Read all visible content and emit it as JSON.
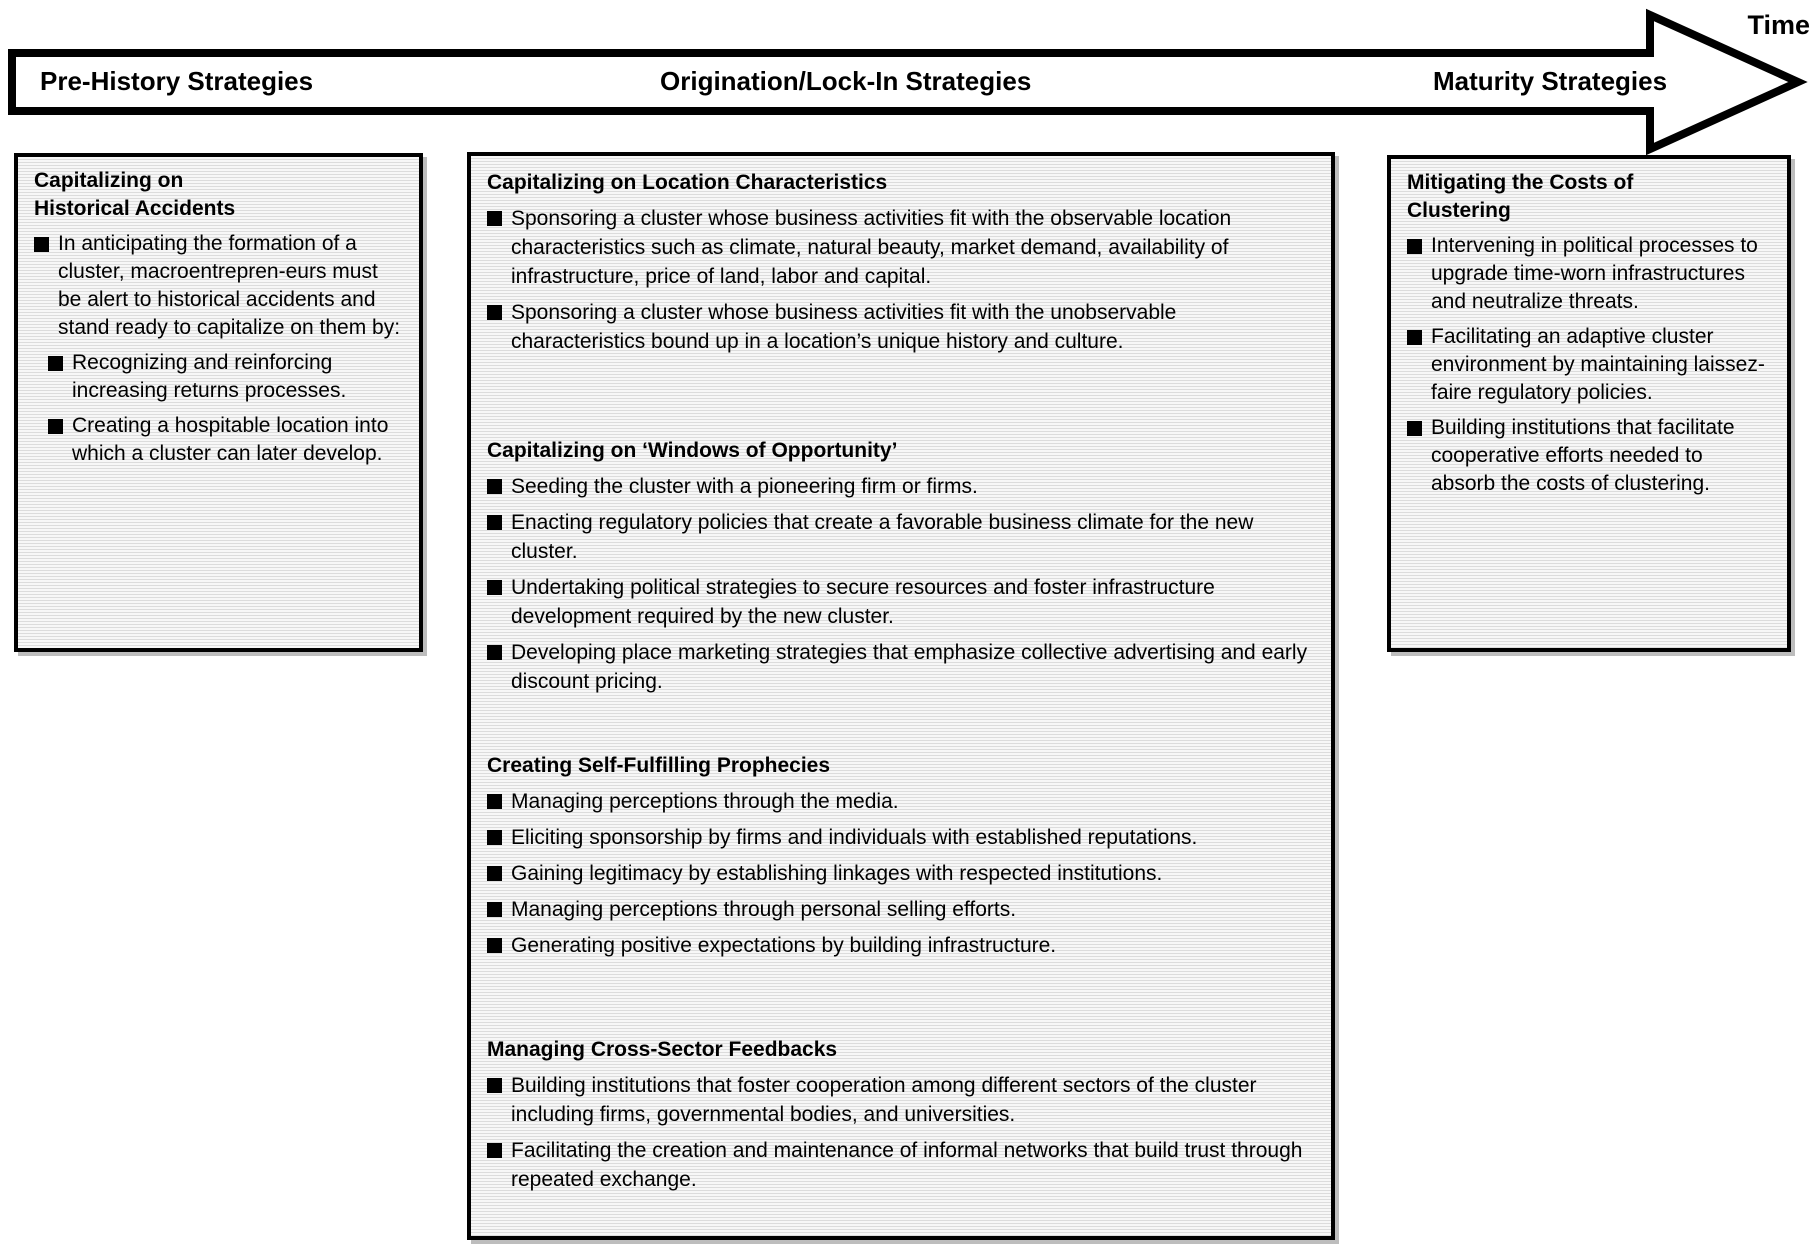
{
  "diagram": {
    "time_label": "Time",
    "stages": {
      "pre_history": "Pre-History Strategies",
      "origination": "Origination/Lock-In Strategies",
      "maturity": "Maturity Strategies"
    },
    "pre_history_box": {
      "title_line1": "Capitalizing on",
      "title_line2": "Historical Accidents",
      "bullets": [
        "In anticipating the formation of a cluster, macroentrepren-eurs must be alert to historical accidents and stand ready to capitalize on them by:",
        "Recognizing and reinforcing increasing returns processes.",
        "Creating a hospitable location into which a cluster can later develop."
      ]
    },
    "origination_box": {
      "sections": [
        {
          "title": "Capitalizing on Location Characteristics",
          "bullets": [
            "Sponsoring a cluster whose business activities fit with the observable location characteristics such as climate, natural beauty, market demand, availability of infrastructure, price of land, labor and capital.",
            "Sponsoring a cluster whose business activities fit with the unobservable characteristics bound up in a location’s unique history and culture."
          ]
        },
        {
          "title": "Capitalizing on ‘Windows of Opportunity’",
          "bullets": [
            "Seeding the cluster with a pioneering firm or firms.",
            "Enacting regulatory policies that create a favorable business climate for the new cluster.",
            "Undertaking political strategies to secure resources and foster infrastructure development required by the new cluster.",
            "Developing place marketing strategies that emphasize collective advertising and early discount pricing."
          ]
        },
        {
          "title": "Creating Self-Fulfilling Prophecies",
          "bullets": [
            "Managing perceptions through the media.",
            "Eliciting sponsorship by firms and individuals with established reputations.",
            "Gaining legitimacy by establishing linkages with respected institutions.",
            "Managing perceptions through personal selling efforts.",
            "Generating positive expectations by building infrastructure."
          ]
        },
        {
          "title": "Managing Cross-Sector Feedbacks",
          "bullets": [
            "Building institutions that foster cooperation among different sectors of the cluster including firms, governmental bodies, and universities.",
            "Facilitating the creation and maintenance of informal networks that build trust through repeated exchange."
          ]
        }
      ]
    },
    "maturity_box": {
      "title_line1": "Mitigating the Costs of",
      "title_line2": "Clustering",
      "bullets": [
        "Intervening in political processes to upgrade time-worn infrastructures and neutralize threats.",
        "Facilitating an adaptive cluster environment by maintaining laissez-faire regulatory policies.",
        "Building institutions that facilitate cooperative efforts needed to absorb the costs of clustering."
      ]
    },
    "colors": {
      "ink": "#000000",
      "box_fill": "#f7f7f7",
      "box_stripe": "#dcdcdc",
      "shadow": "#bdbdbd"
    }
  }
}
